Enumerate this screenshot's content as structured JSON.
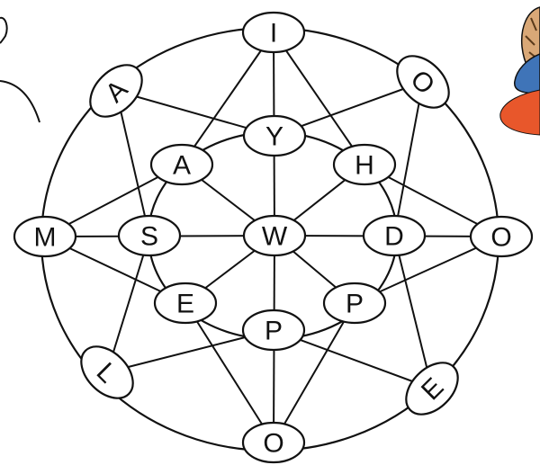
{
  "diagram": {
    "nodes": [
      {
        "id": "top",
        "label": "I"
      },
      {
        "id": "ne",
        "label": "O"
      },
      {
        "id": "east",
        "label": "O"
      },
      {
        "id": "se",
        "label": "E"
      },
      {
        "id": "bottom",
        "label": "O"
      },
      {
        "id": "sw",
        "label": "L"
      },
      {
        "id": "west",
        "label": "M"
      },
      {
        "id": "nw",
        "label": "A"
      },
      {
        "id": "in_n",
        "label": "Y"
      },
      {
        "id": "in_ne",
        "label": "H"
      },
      {
        "id": "in_e",
        "label": "D"
      },
      {
        "id": "in_se",
        "label": "P"
      },
      {
        "id": "in_s",
        "label": "P"
      },
      {
        "id": "in_sw",
        "label": "E"
      },
      {
        "id": "in_w",
        "label": "S"
      },
      {
        "id": "in_nw",
        "label": "A"
      },
      {
        "id": "center",
        "label": "W"
      }
    ],
    "edges": [
      [
        "top",
        "in_nw"
      ],
      [
        "top",
        "in_ne"
      ],
      [
        "top",
        "center"
      ],
      [
        "ne",
        "in_n"
      ],
      [
        "ne",
        "in_e"
      ],
      [
        "east",
        "in_ne"
      ],
      [
        "east",
        "in_se"
      ],
      [
        "se",
        "in_e"
      ],
      [
        "se",
        "in_s"
      ],
      [
        "bottom",
        "in_se"
      ],
      [
        "bottom",
        "in_sw"
      ],
      [
        "bottom",
        "center"
      ],
      [
        "sw",
        "in_w"
      ],
      [
        "sw",
        "in_s"
      ],
      [
        "west",
        "in_nw"
      ],
      [
        "west",
        "in_sw"
      ],
      [
        "nw",
        "in_n"
      ],
      [
        "nw",
        "in_w"
      ],
      [
        "west",
        "center"
      ],
      [
        "east",
        "center"
      ],
      [
        "in_nw",
        "center"
      ],
      [
        "in_ne",
        "center"
      ],
      [
        "in_se",
        "center"
      ],
      [
        "in_sw",
        "center"
      ]
    ]
  }
}
